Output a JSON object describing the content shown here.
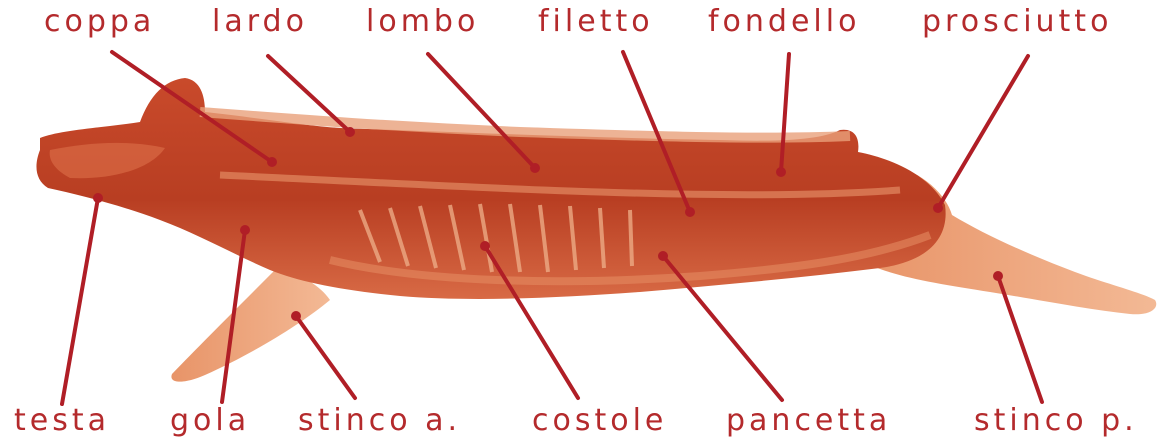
{
  "colors": {
    "label": "#b42a2c",
    "leader": "#b01e26",
    "meat": "#c8472a",
    "meat_dark": "#9e2f1a",
    "fat": "#e9a07a",
    "skin": "#f1b48c"
  },
  "top_labels": [
    "coppa",
    "lardo",
    "lombo",
    "filetto",
    "fondello",
    "prosciutto"
  ],
  "bottom_labels": [
    "testa",
    "gola",
    "stinco a.",
    "costole",
    "pancetta",
    "stinco p."
  ]
}
